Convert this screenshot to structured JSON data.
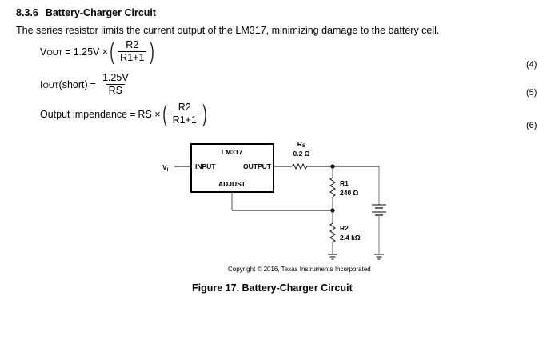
{
  "section": {
    "number": "8.3.6",
    "title": "Battery-Charger Circuit"
  },
  "paragraph": "The series resistor limits the current output of the LM317, minimizing damage to the battery cell.",
  "equations": [
    {
      "lhs_main": "V",
      "lhs_sub": "OUT",
      "lhs_suffix": "",
      "eq": "=",
      "prefix": "1.25V ×",
      "numerator": "R2",
      "denominator": "R1+1",
      "parens": true,
      "number": "(4)"
    },
    {
      "lhs_main": "I",
      "lhs_sub": "OUT",
      "lhs_suffix": "(short)",
      "eq": "=",
      "prefix": "",
      "numerator": "1.25V",
      "denominator": "RS",
      "parens": false,
      "number": "(5)"
    },
    {
      "lhs_main": "Output impendance",
      "lhs_sub": "",
      "lhs_suffix": "",
      "eq": "=",
      "prefix": "RS ×",
      "numerator": "R2",
      "denominator": "R1+1",
      "parens": true,
      "number": "(6)"
    }
  ],
  "circuit": {
    "regulator": {
      "name": "LM317",
      "pin_input": "INPUT",
      "pin_output": "OUTPUT",
      "pin_adjust": "ADJUST"
    },
    "input_label_main": "V",
    "input_label_sub": "I",
    "rs": {
      "name_main": "R",
      "name_sub": "S",
      "value": "0.2 Ω"
    },
    "r1": {
      "name": "R1",
      "value": "240 Ω"
    },
    "r2": {
      "name": "R2",
      "value": "2.4 kΩ"
    }
  },
  "copyright": "Copyright © 2016, Texas Instruments Incorporated",
  "figure_caption": "Figure 17.  Battery-Charger Circuit"
}
